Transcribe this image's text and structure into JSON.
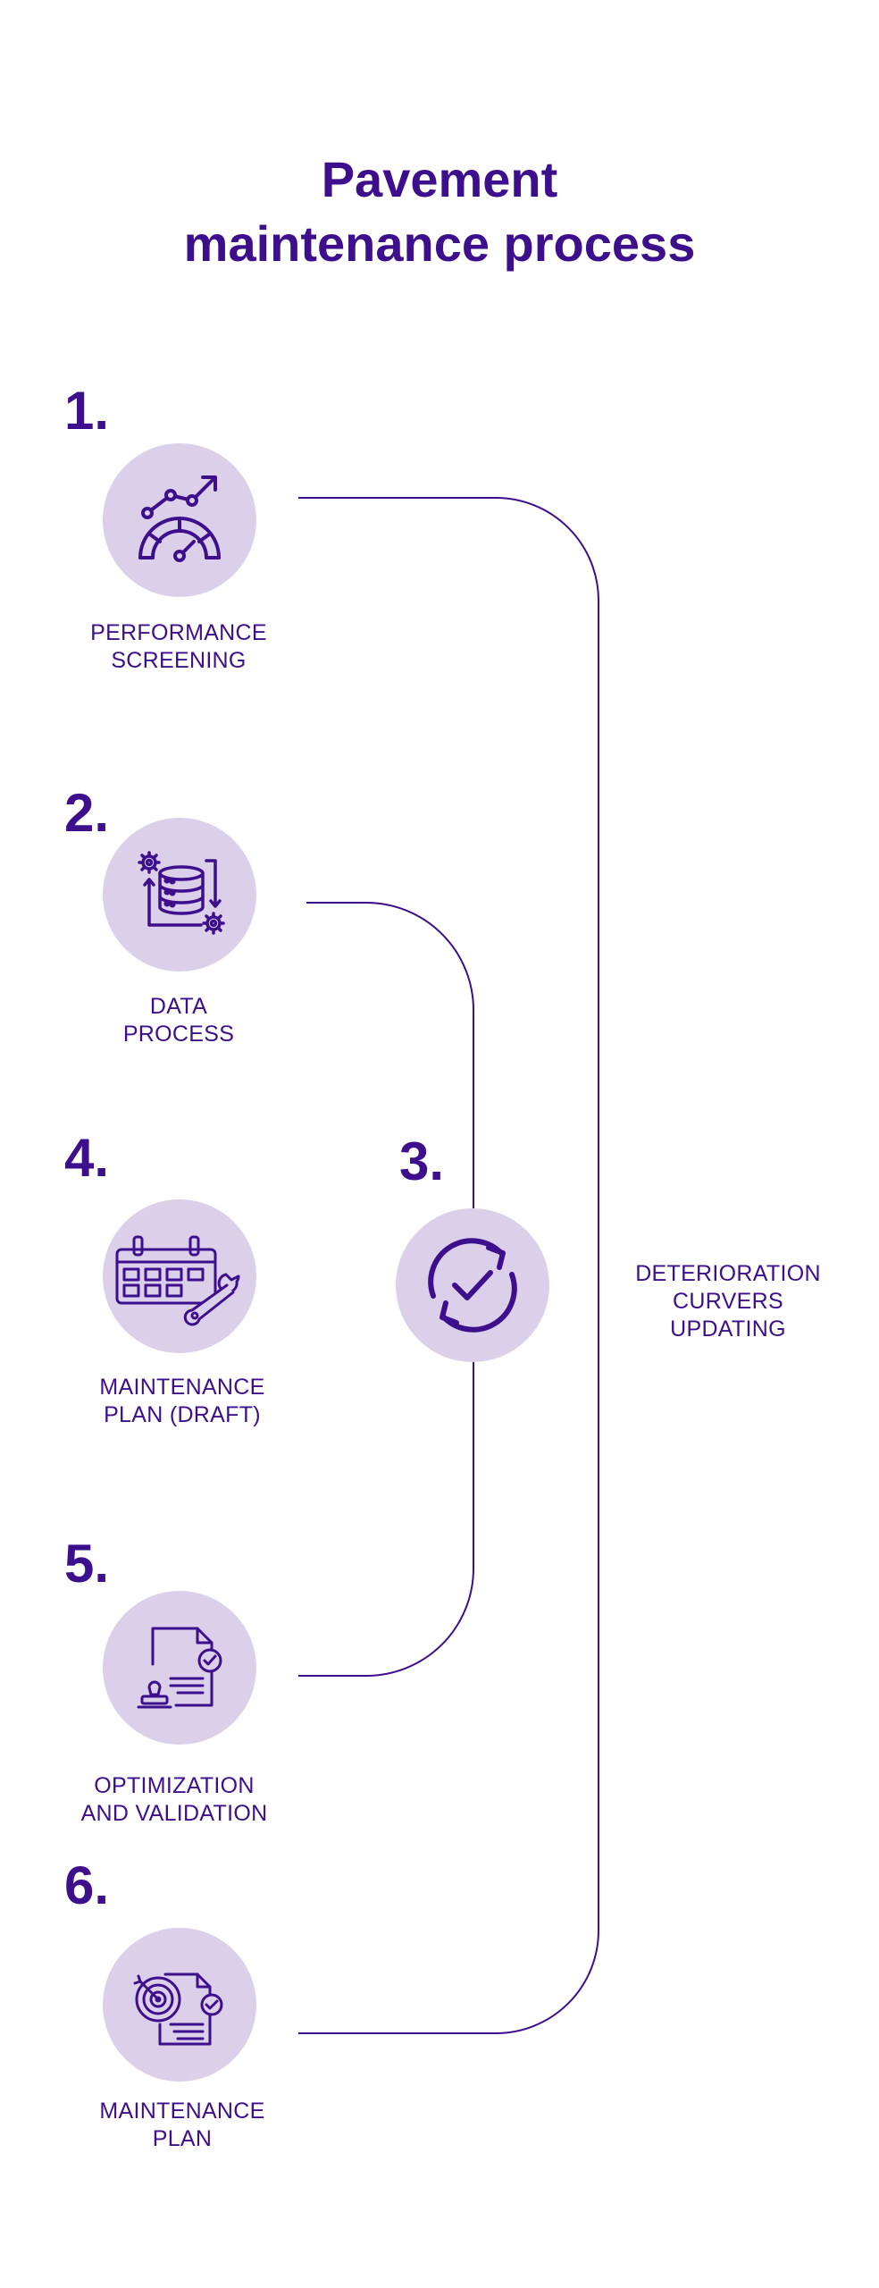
{
  "title": {
    "line1": "Pavement",
    "line2": "maintenance process"
  },
  "colors": {
    "primary": "#3d0f8c",
    "circle_fill": "#dccfe9",
    "background": "#ffffff"
  },
  "steps": [
    {
      "number": "1.",
      "label_line1": "PERFORMANCE",
      "label_line2": "SCREENING",
      "icon": "speedometer-chart-icon"
    },
    {
      "number": "2.",
      "label_line1": "DATA",
      "label_line2": "PROCESS",
      "icon": "database-process-icon"
    },
    {
      "number": "3.",
      "icon": "refresh-check-icon"
    },
    {
      "number": "4.",
      "label_line1": "MAINTENANCE",
      "label_line2": "PLAN (DRAFT)",
      "icon": "calendar-wrench-icon"
    },
    {
      "number": "5.",
      "label_line1": "OPTIMIZATION",
      "label_line2": "AND VALIDATION",
      "icon": "stamp-document-icon"
    },
    {
      "number": "6.",
      "label_line1": "MAINTENANCE",
      "label_line2": "PLAN",
      "icon": "target-document-icon"
    }
  ],
  "loop_label": {
    "line1": "DETERIORATION",
    "line2": "CURVERS",
    "line3": "UPDATING"
  }
}
